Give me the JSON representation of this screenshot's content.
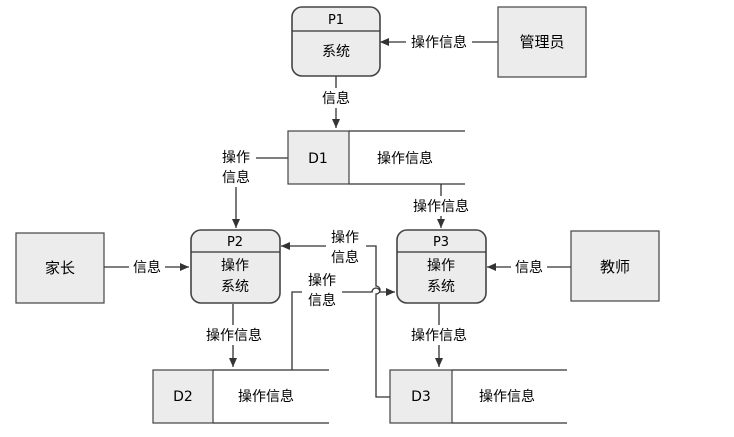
{
  "processes": {
    "p1": {
      "id": "P1",
      "name": "系统"
    },
    "p2": {
      "id": "P2",
      "name_line1": "操作",
      "name_line2": "系统"
    },
    "p3": {
      "id": "P3",
      "name_line1": "操作",
      "name_line2": "系统"
    }
  },
  "entities": {
    "admin": "管理员",
    "parent": "家长",
    "teacher": "教师"
  },
  "stores": {
    "d1": {
      "id": "D1",
      "name": "操作信息"
    },
    "d2": {
      "id": "D2",
      "name": "操作信息"
    },
    "d3": {
      "id": "D3",
      "name": "操作信息"
    }
  },
  "flows": {
    "admin_to_p1": "操作信息",
    "p1_to_d1": "信息",
    "d1_to_p2_line1": "操作",
    "d1_to_p2_line2": "信息",
    "d1_to_p3": "操作信息",
    "parent_to_p2": "信息",
    "teacher_to_p3": "信息",
    "d3_to_p2_line1": "操作",
    "d3_to_p2_line2": "信息",
    "d2_to_p3_line1": "操作",
    "d2_to_p3_line2": "信息",
    "p2_to_d2": "操作信息",
    "p3_to_d3": "操作信息"
  }
}
